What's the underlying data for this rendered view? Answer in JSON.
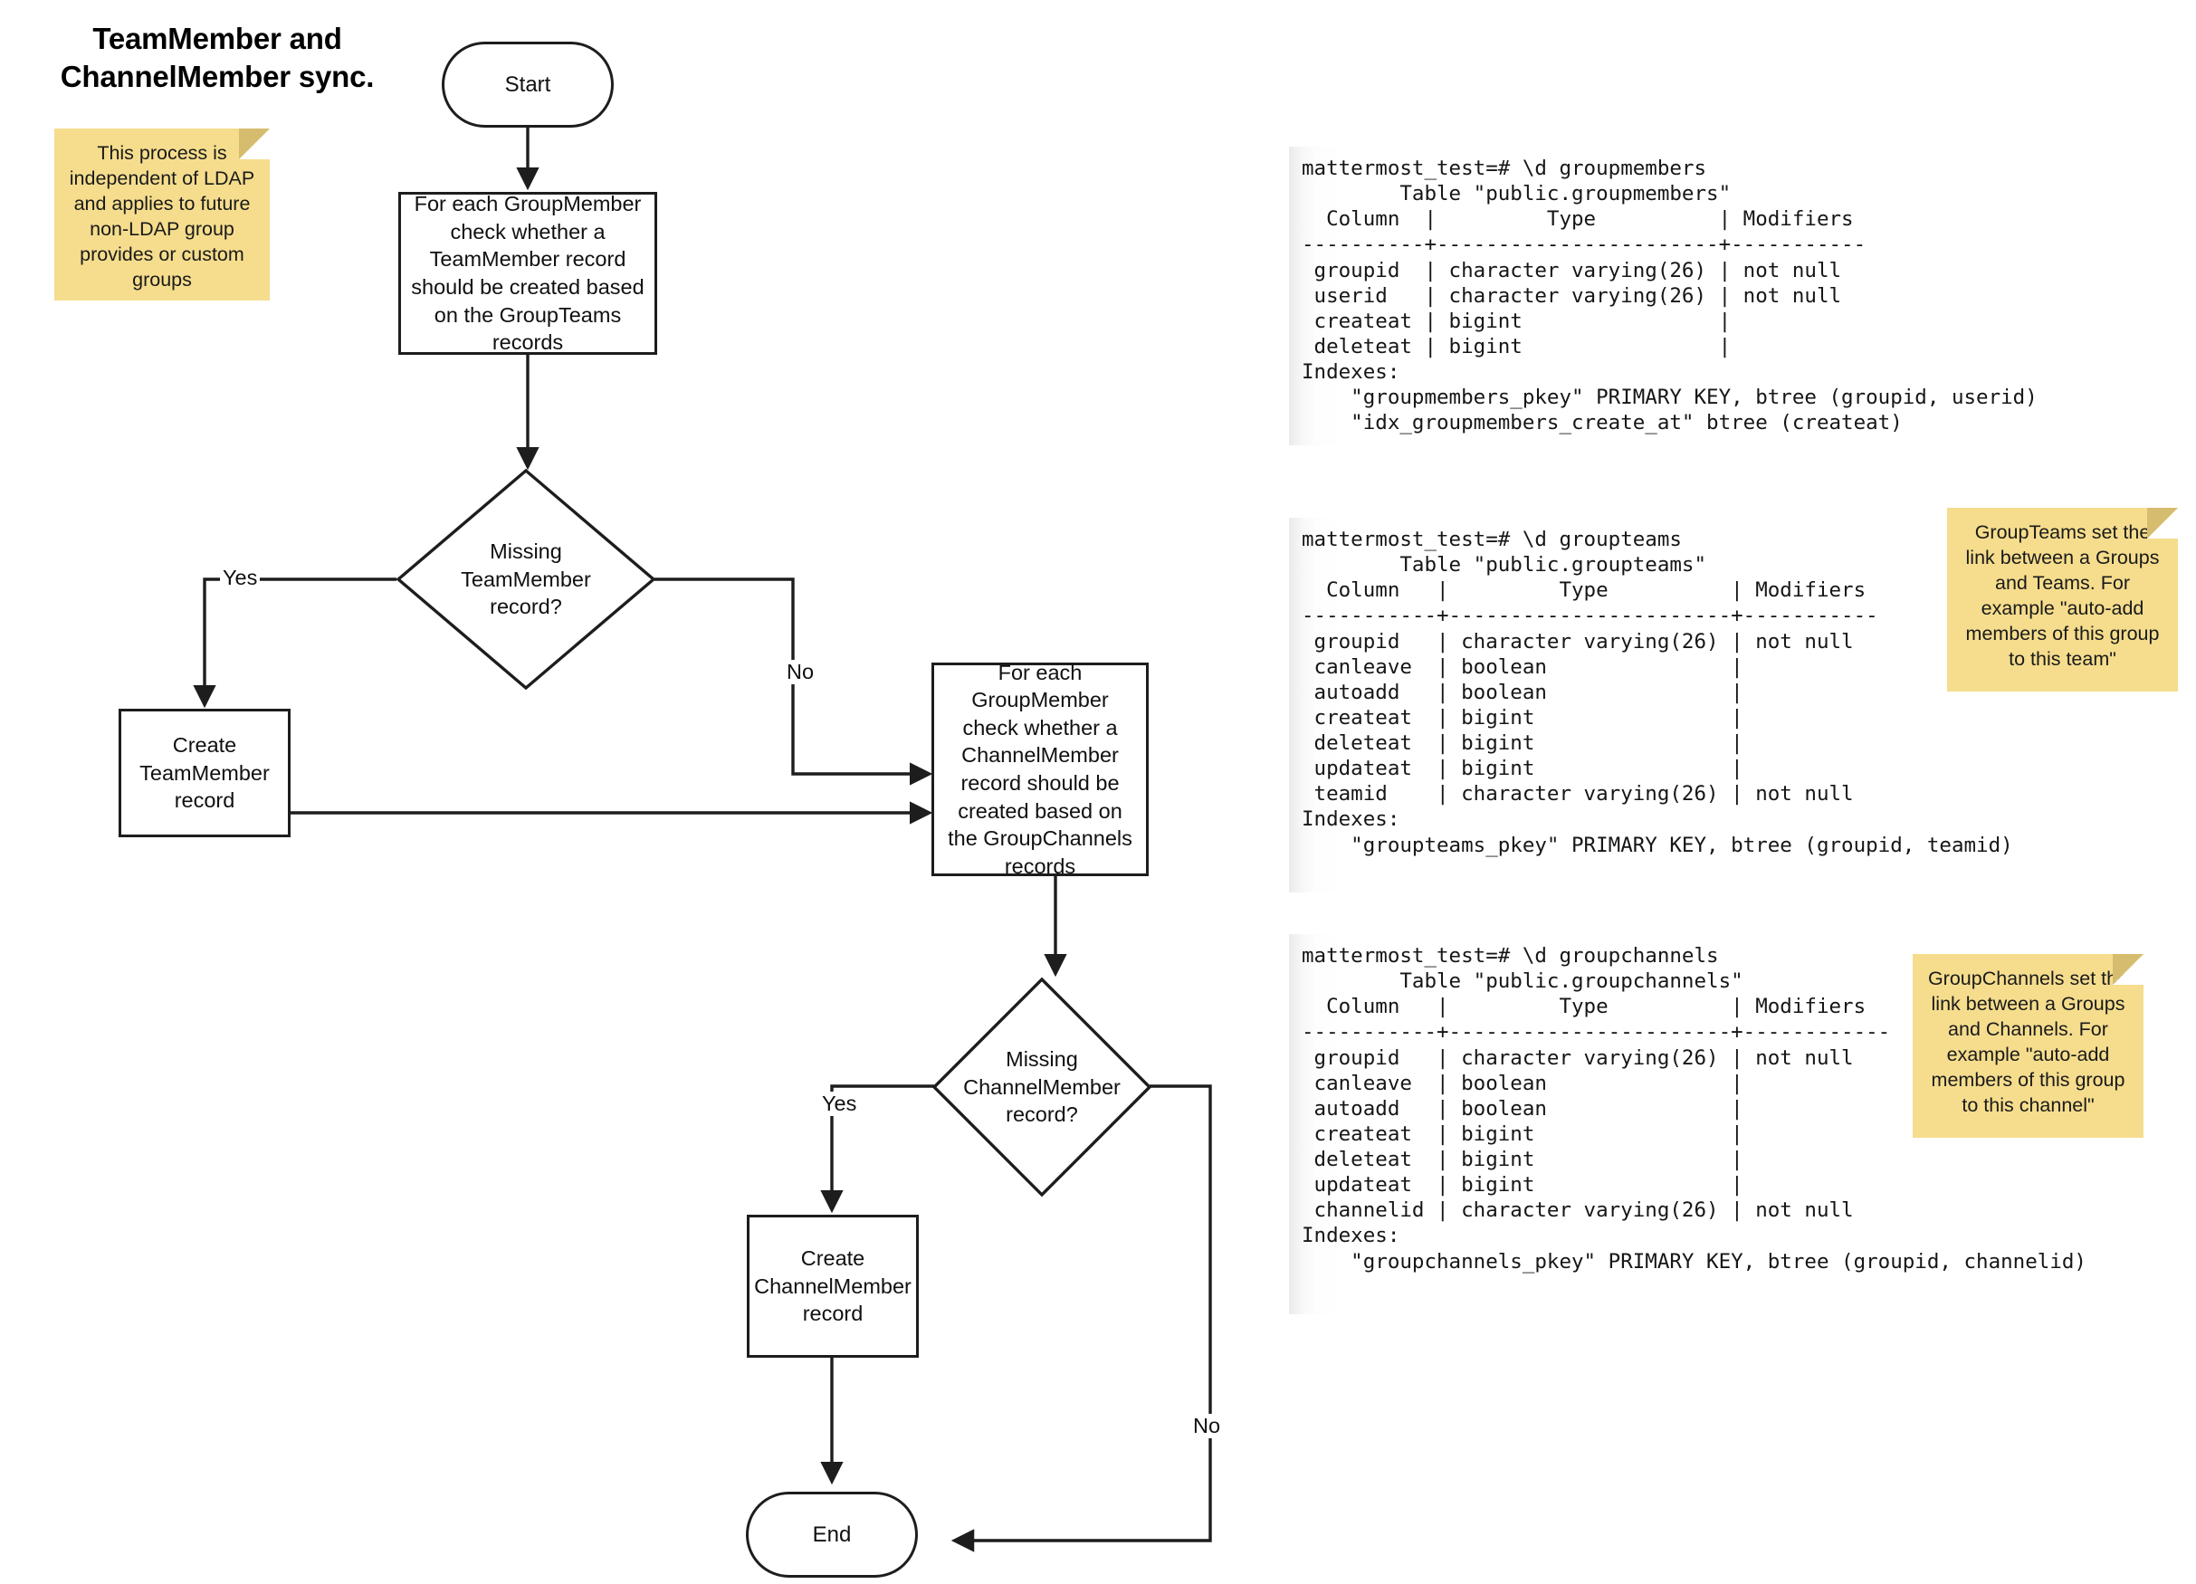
{
  "diagram": {
    "title": "TeamMember and\nChannelMember sync.",
    "title_line1": "TeamMember and",
    "title_line2": "ChannelMember sync."
  },
  "notes": [
    {
      "id": "ldap-note",
      "text": "This process is independent of LDAP and applies to future non-LDAP group provides or custom groups"
    },
    {
      "id": "groupteams-note",
      "text": "GroupTeams set the link between a Groups and Teams. For example \"auto-add members of this group to this team\""
    },
    {
      "id": "groupchannels-note",
      "text": "GroupChannels set the link between a Groups and Channels. For example \"auto-add members of this group to this channel\""
    }
  ],
  "flowchart": {
    "nodes": {
      "start": "Start",
      "check_teammember": "For each GroupMember check whether a TeamMember record should be created based on the GroupTeams records",
      "decision_teammember": "Missing TeamMember record?",
      "create_teammember": "Create TeamMember record",
      "check_channelmember": "For each GroupMember check whether a ChannelMember record should be created based on the GroupChannels records",
      "decision_channelmember": "Missing ChannelMember record?",
      "create_channelmember": "Create ChannelMember record",
      "end": "End"
    },
    "edge_labels": {
      "teammember_yes": "Yes",
      "teammember_no": "No",
      "channelmember_yes": "Yes",
      "channelmember_no": "No"
    }
  },
  "terminals": [
    {
      "id": "groupmembers",
      "prompt": "mattermost_test=# \\d groupmembers",
      "text": "mattermost_test=# \\d groupmembers\n        Table \"public.groupmembers\"\n  Column  |         Type          | Modifiers\n----------+-----------------------+-----------\n groupid  | character varying(26) | not null\n userid   | character varying(26) | not null\n createat | bigint                |\n deleteat | bigint                |\nIndexes:\n    \"groupmembers_pkey\" PRIMARY KEY, btree (groupid, userid)\n    \"idx_groupmembers_create_at\" btree (createat)"
    },
    {
      "id": "groupteams",
      "prompt": "mattermost_test=# \\d groupteams",
      "text": "mattermost_test=# \\d groupteams\n        Table \"public.groupteams\"\n  Column   |         Type          | Modifiers\n-----------+-----------------------+-----------\n groupid   | character varying(26) | not null\n canleave  | boolean               |\n autoadd   | boolean               |\n createat  | bigint                |\n deleteat  | bigint                |\n updateat  | bigint                |\n teamid    | character varying(26) | not null\nIndexes:\n    \"groupteams_pkey\" PRIMARY KEY, btree (groupid, teamid)"
    },
    {
      "id": "groupchannels",
      "prompt": "mattermost_test=# \\d groupchannels",
      "text": "mattermost_test=# \\d groupchannels\n        Table \"public.groupchannels\"\n  Column   |         Type          | Modifiers\n-----------+-----------------------+------------\n groupid   | character varying(26) | not null\n canleave  | boolean               |\n autoadd   | boolean               |\n createat  | bigint                |\n deleteat  | bigint                |\n updateat  | bigint                |\n channelid | character varying(26) | not null\nIndexes:\n    \"groupchannels_pkey\" PRIMARY KEY, btree (groupid, channelid)"
    }
  ],
  "colors": {
    "sticky_fill": "#f5dd8d",
    "sticky_fold": "#d6bc6e",
    "stroke": "#1d1d1d",
    "background": "#ffffff"
  }
}
